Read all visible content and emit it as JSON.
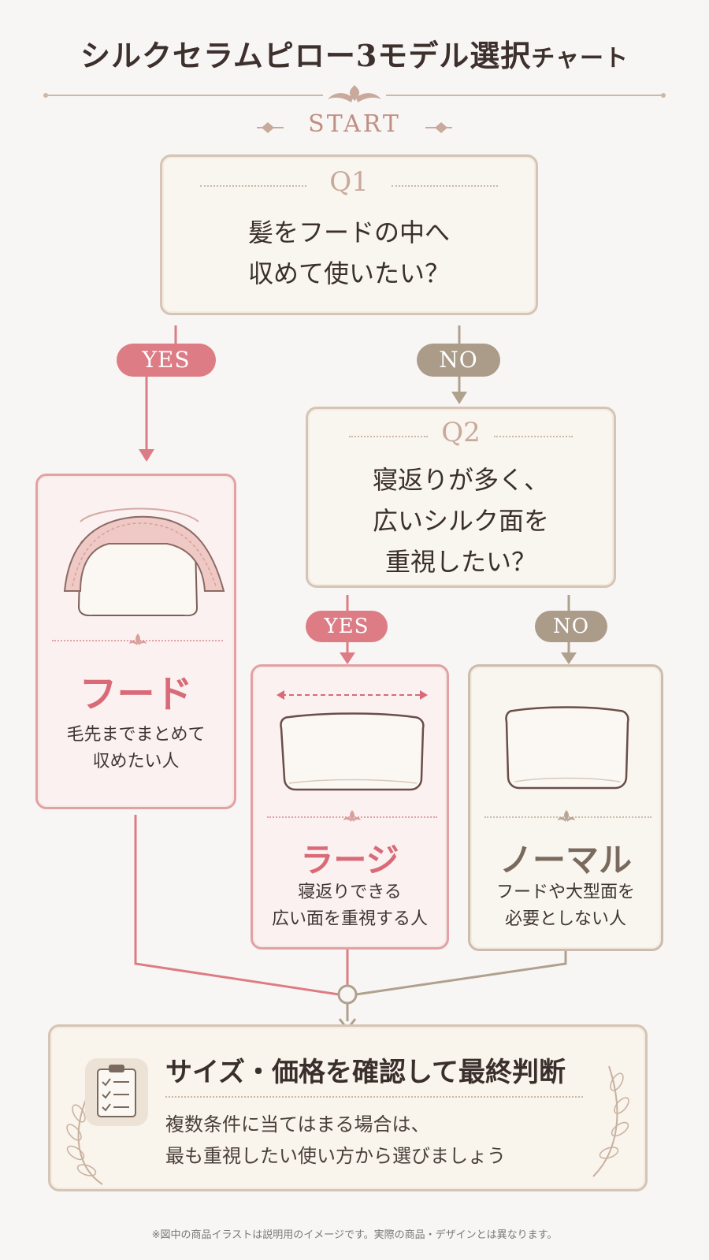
{
  "title": {
    "main": "シルクセラムピロー3モデル選択",
    "suffix": "チャート"
  },
  "start_label": "START",
  "q1": {
    "label": "Q1",
    "lines": [
      "髪をフードの中へ",
      "収めて使いたい？"
    ]
  },
  "q2": {
    "label": "Q2",
    "lines": [
      "寝返りが多く、",
      "広いシルク面を",
      "重視したい？"
    ]
  },
  "branch_labels": {
    "yes": "YES",
    "no": "NO"
  },
  "results": {
    "hood": {
      "name": "フード",
      "desc": [
        "毛先までまとめて",
        "収めたい人"
      ],
      "color": "#d96a77"
    },
    "large": {
      "name": "ラージ",
      "desc": [
        "寝返りできる",
        "広い面を重視する人"
      ],
      "color": "#d96a77"
    },
    "normal": {
      "name": "ノーマル",
      "desc": [
        "フードや大型面を",
        "必要としない人"
      ],
      "color": "#7a6a5e"
    }
  },
  "final": {
    "title": "サイズ・価格を確認して最終判断",
    "lines": [
      "複数条件に当てはまる場合は、",
      "最も重視したい使い方から選びましょう"
    ]
  },
  "footnote": "※図中の商品イラストは説明用のイメージです。実際の商品・デザインとは異なります。",
  "icons": [
    "fleur-divider-icon",
    "hood-pillow-icon",
    "large-pillow-icon",
    "normal-pillow-icon",
    "clipboard-checklist-icon",
    "laurel-icon"
  ],
  "colors": {
    "yes": "#dd7c84",
    "no": "#ab9c8a",
    "pink_line": "#dd7c84",
    "brown_line": "#b0a08e",
    "accent_text": "#c08f84"
  }
}
